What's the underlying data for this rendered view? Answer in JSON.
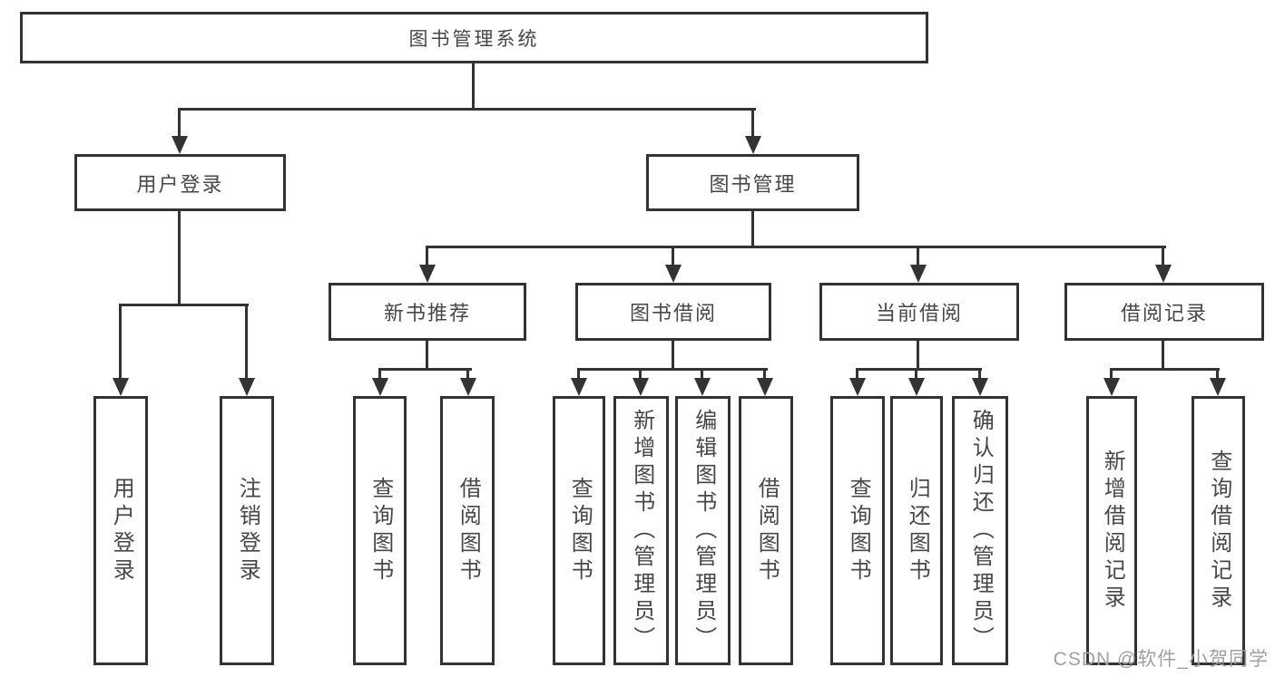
{
  "colors": {
    "line": "#333333",
    "text": "#474747",
    "watermark": "#a0a0a0",
    "background": "#ffffff"
  },
  "watermark": {
    "text": "CSDN @软件_小贺同学"
  },
  "diagram": {
    "root": {
      "label": "图书管理系统",
      "children": [
        {
          "label": "用户登录",
          "children": [
            {
              "label": "用户登录"
            },
            {
              "label": "注销登录"
            }
          ]
        },
        {
          "label": "图书管理",
          "children": [
            {
              "label": "新书推荐",
              "children": [
                {
                  "label": "查询图书"
                },
                {
                  "label": "借阅图书"
                }
              ]
            },
            {
              "label": "图书借阅",
              "children": [
                {
                  "label": "查询图书"
                },
                {
                  "label": "新增图书（管理员）"
                },
                {
                  "label": "编辑图书（管理员）"
                },
                {
                  "label": "借阅图书"
                }
              ]
            },
            {
              "label": "当前借阅",
              "children": [
                {
                  "label": "查询图书"
                },
                {
                  "label": "归还图书"
                },
                {
                  "label": "确认归还（管理员）"
                }
              ]
            },
            {
              "label": "借阅记录",
              "children": [
                {
                  "label": "新增借阅记录"
                },
                {
                  "label": "查询借阅记录"
                }
              ]
            }
          ]
        }
      ]
    }
  }
}
